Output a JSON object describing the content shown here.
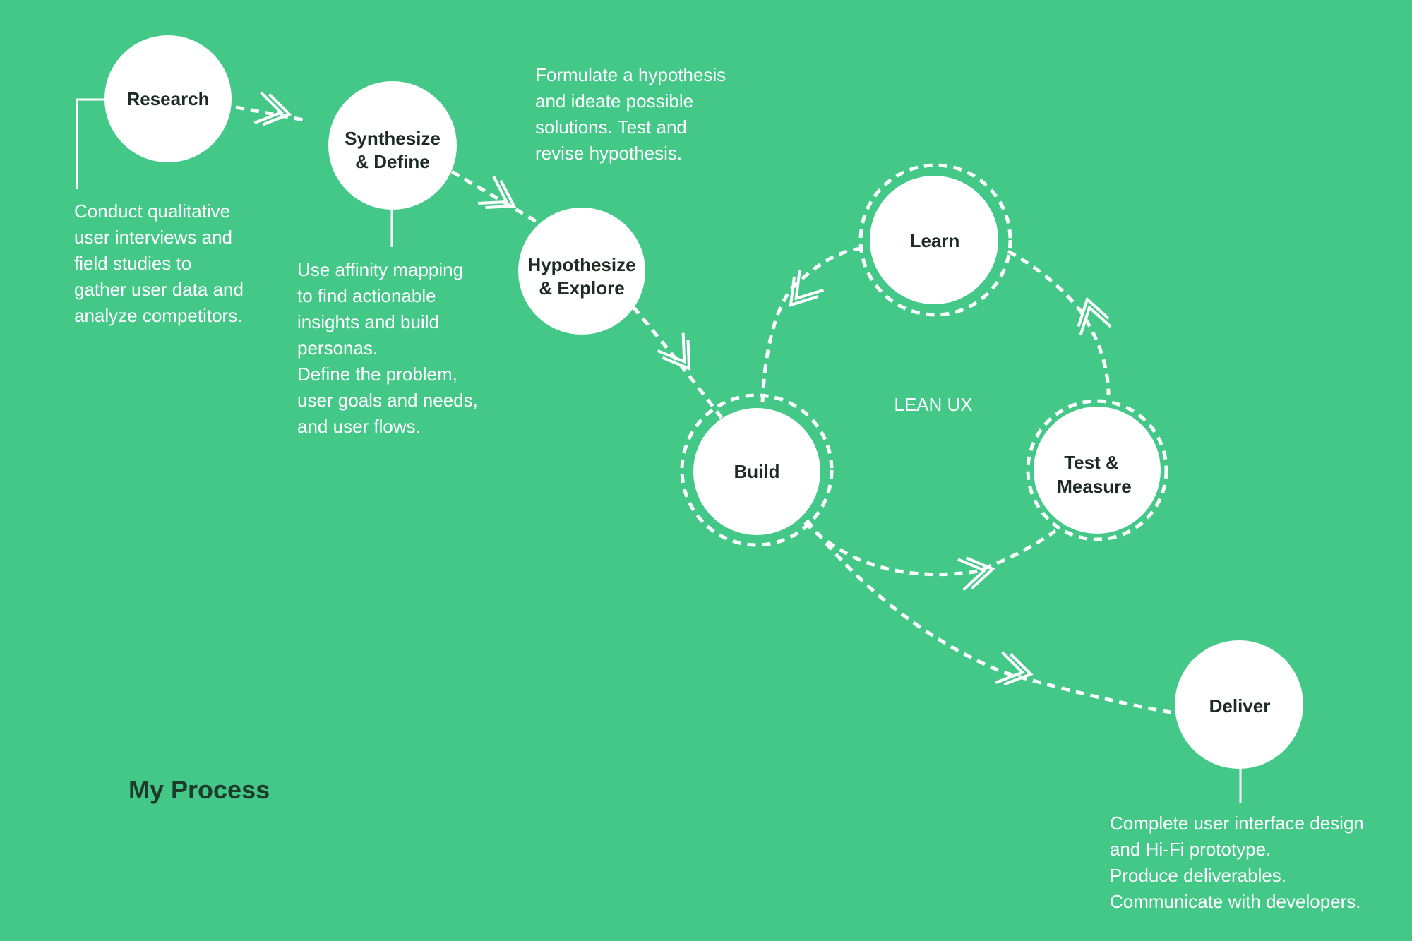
{
  "title": "My Process",
  "lean_ux_label": "LEAN UX",
  "nodes": {
    "research": [
      "Research"
    ],
    "synthesize": [
      "Synthesize",
      "& Define"
    ],
    "hypothesize": [
      "Hypothesize",
      "& Explore"
    ],
    "build": [
      "Build"
    ],
    "learn": [
      "Learn"
    ],
    "test": [
      "Test &",
      "Measure"
    ],
    "deliver": [
      "Deliver"
    ]
  },
  "descriptions": {
    "research": [
      "Conduct qualitative",
      "user interviews and",
      "field studies to",
      "gather user data and",
      "analyze competitors."
    ],
    "synthesize": [
      "Use affinity mapping",
      "to find actionable",
      "insights and build",
      "personas.",
      "Define the problem,",
      "user goals and needs,",
      "and user flows."
    ],
    "hypothesize": [
      "Formulate a hypothesis",
      "and ideate possible",
      "solutions. Test and",
      "revise hypothesis."
    ],
    "deliver": [
      "Complete user interface design",
      "and Hi-Fi prototype.",
      "Produce deliverables.",
      "Communicate with developers."
    ]
  },
  "colors": {
    "background": "#43c888",
    "circle": "#ffffff",
    "line": "#ffffff",
    "node_text": "#1e2b24",
    "title": "#1e3a2c"
  }
}
